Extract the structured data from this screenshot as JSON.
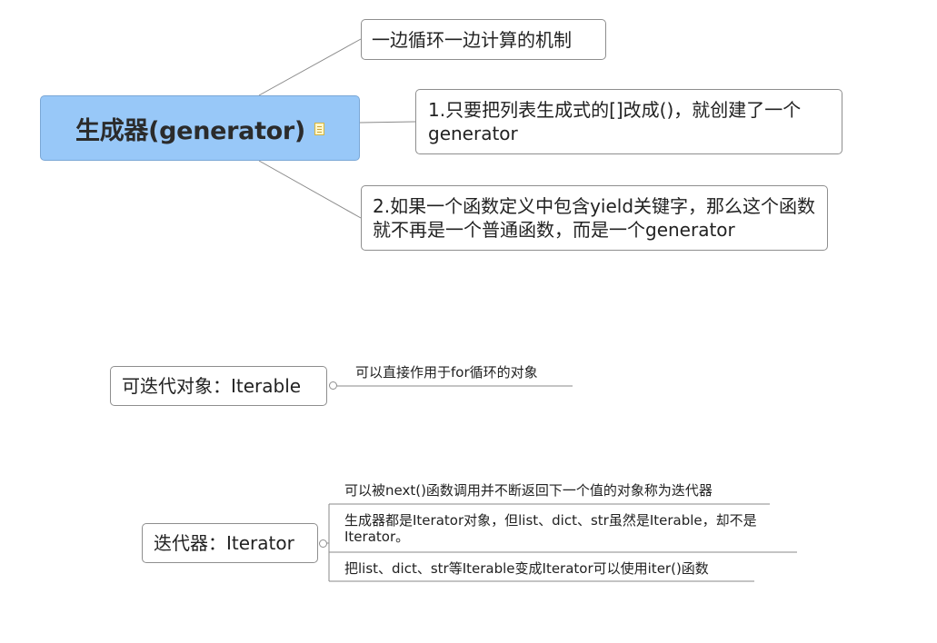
{
  "root": {
    "title": "生成器(generator)",
    "icon": "note-icon"
  },
  "branches": [
    {
      "text": "一边循环一边计算的机制"
    },
    {
      "text": "1.只要把列表生成式的[]改成()，就创建了一个generator"
    },
    {
      "text": "2.如果一个函数定义中包含yield关键字，那么这个函数就不再是一个普通函数，而是一个generator"
    }
  ],
  "iterable": {
    "title": "可迭代对象：Iterable",
    "children": [
      "可以直接作用于for循环的对象"
    ]
  },
  "iterator": {
    "title": "迭代器：Iterator",
    "children": [
      "可以被next()函数调用并不断返回下一个值的对象称为迭代器",
      "生成器都是Iterator对象，但list、dict、str虽然是Iterable，却不是Iterator。",
      "把list、dict、str等Iterable变成Iterator可以使用iter()函数"
    ]
  },
  "colors": {
    "root_fill": "#98c8f8",
    "node_border": "#8e8e8e",
    "connector": "#8a8a8a"
  }
}
